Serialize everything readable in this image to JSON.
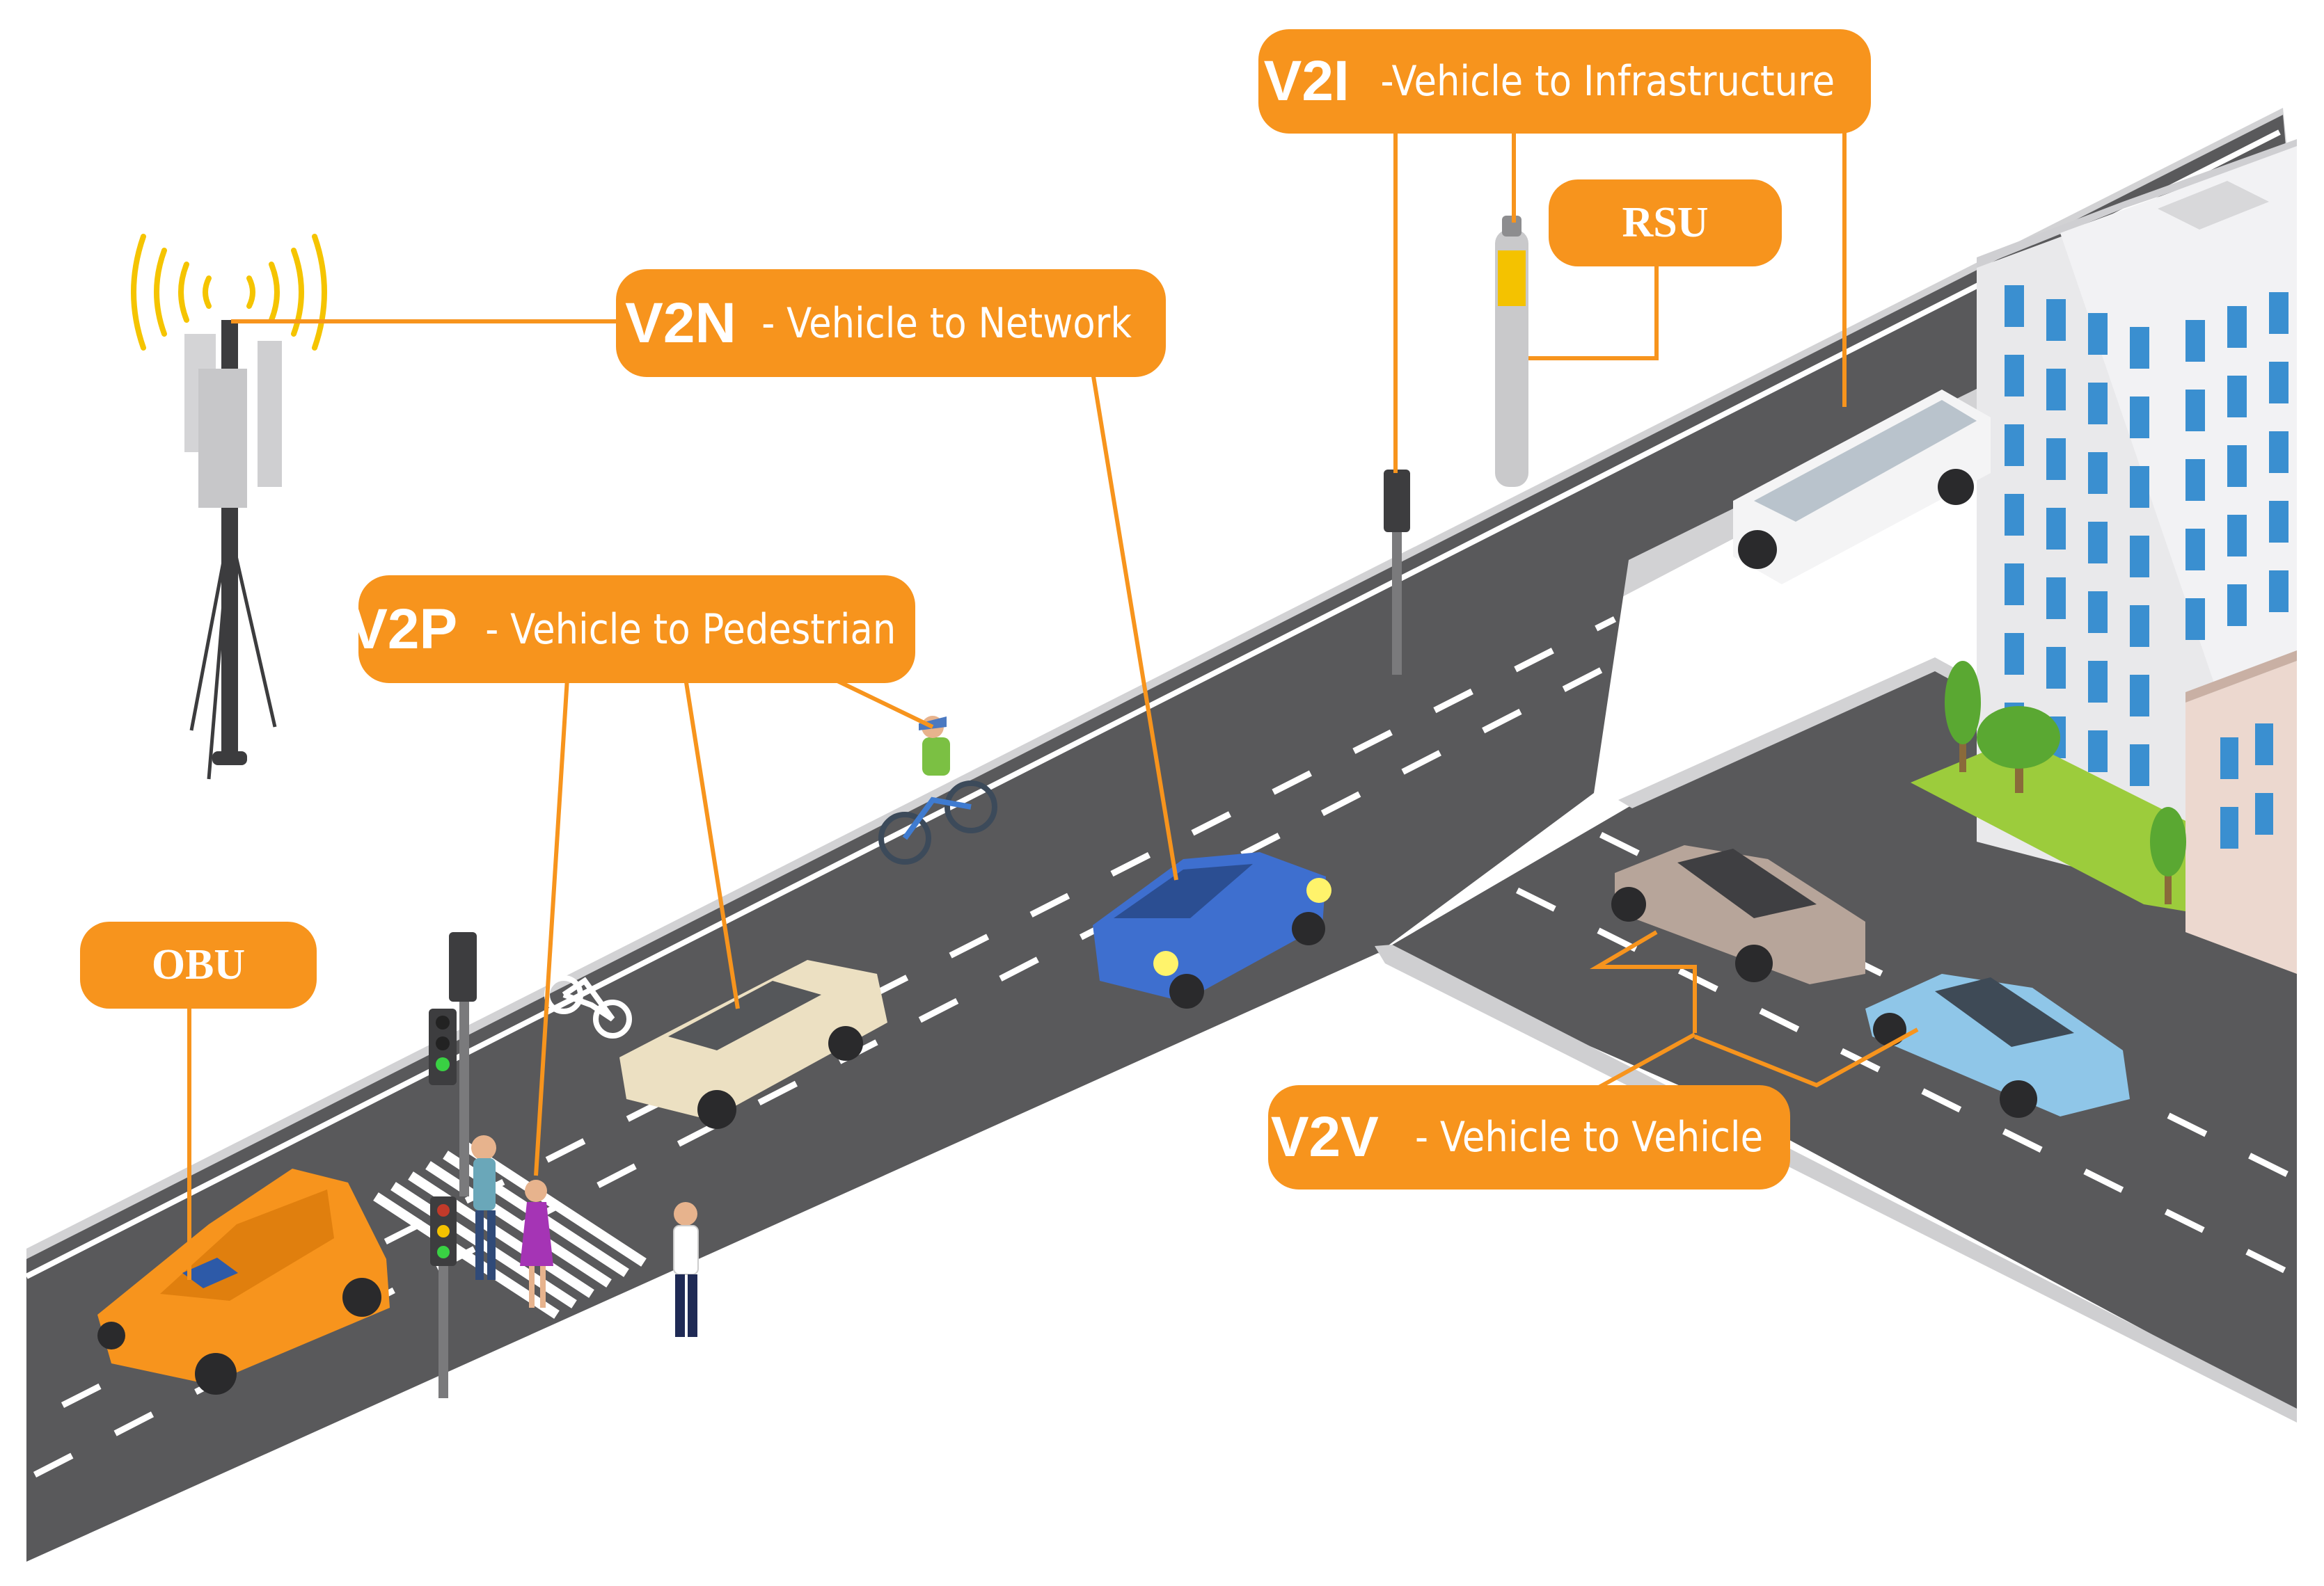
{
  "labels": {
    "v2i": {
      "abbr": "V2I",
      "desc": "-Vehicle to Infrastructure"
    },
    "v2n": {
      "abbr": "V2N",
      "desc": "- Vehicle to Network"
    },
    "v2p": {
      "abbr": "V2P",
      "desc": "- Vehicle to Pedestrian"
    },
    "v2v": {
      "abbr": "V2V",
      "desc": " - Vehicle to Vehicle"
    },
    "rsu": "RSU",
    "obu": "OBU"
  },
  "colors": {
    "accent": "#f7941d",
    "road": "#58585a",
    "sidewalk": "#d9d9d9",
    "grass": "#9ccc3c",
    "building": "#e8e8ea",
    "window": "#3a8fd0"
  },
  "icons": [
    "cell-tower-icon",
    "bicycle-lane-icon",
    "traffic-light-icon"
  ]
}
